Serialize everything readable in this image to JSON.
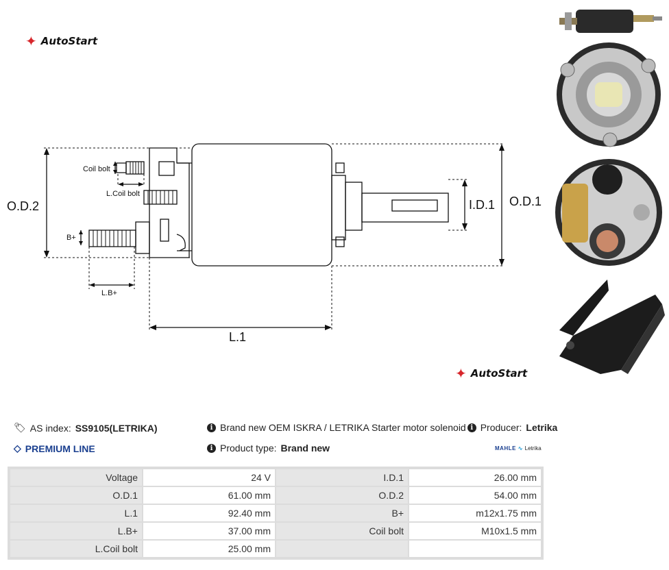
{
  "brand": "AutoStart",
  "drawing": {
    "labels": {
      "od2": "O.D.2",
      "od1": "O.D.1",
      "id1": "I.D.1",
      "l1": "L.1",
      "coil_bolt": "Coil bolt",
      "l_coil_bolt": "L.Coil bolt",
      "b_plus": "B+",
      "l_b_plus": "L.B+"
    }
  },
  "product": {
    "as_index_label": "AS index:",
    "as_index_value": "SS9105(LETRIKA)",
    "premium": "PREMIUM LINE",
    "description": "Brand new OEM ISKRA / LETRIKA Starter motor solenoid",
    "producer_label": "Producer:",
    "producer_value": "Letrika",
    "type_label": "Product type:",
    "type_value": "Brand new",
    "partner_logo_a": "MAHLE",
    "partner_logo_b": "Letrika"
  },
  "specs": [
    {
      "k1": "Voltage",
      "v1": "24 V",
      "k2": "I.D.1",
      "v2": "26.00 mm"
    },
    {
      "k1": "O.D.1",
      "v1": "61.00 mm",
      "k2": "O.D.2",
      "v2": "54.00 mm"
    },
    {
      "k1": "L.1",
      "v1": "92.40 mm",
      "k2": "B+",
      "v2": "m12x1.75 mm"
    },
    {
      "k1": "L.B+",
      "v1": "37.00 mm",
      "k2": "Coil bolt",
      "v2": "M10x1.5 mm"
    },
    {
      "k1": "L.Coil bolt",
      "v1": "25.00 mm",
      "k2": "",
      "v2": ""
    }
  ],
  "colors": {
    "brand_red": "#d7262b",
    "premium_blue": "#1a3f8f",
    "table_border": "#dcdcdc"
  }
}
